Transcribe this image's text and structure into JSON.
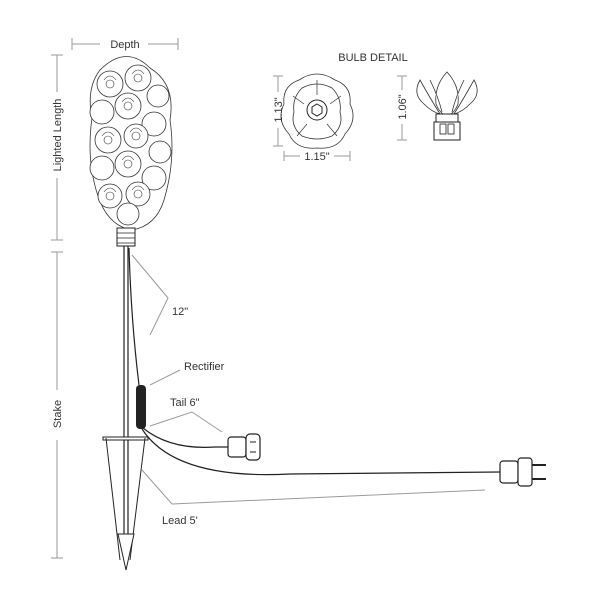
{
  "labels": {
    "depth": "Depth",
    "lighted_length": "Lighted Length",
    "stake": "Stake",
    "bulb_detail": "BULB DETAIL",
    "bulb_height_front": "1.13\"",
    "bulb_width": "1.15\"",
    "bulb_height_side": "1.06\"",
    "stem_length": "12\"",
    "rectifier": "Rectifier",
    "tail": "Tail 6\"",
    "lead": "Lead 5'"
  }
}
